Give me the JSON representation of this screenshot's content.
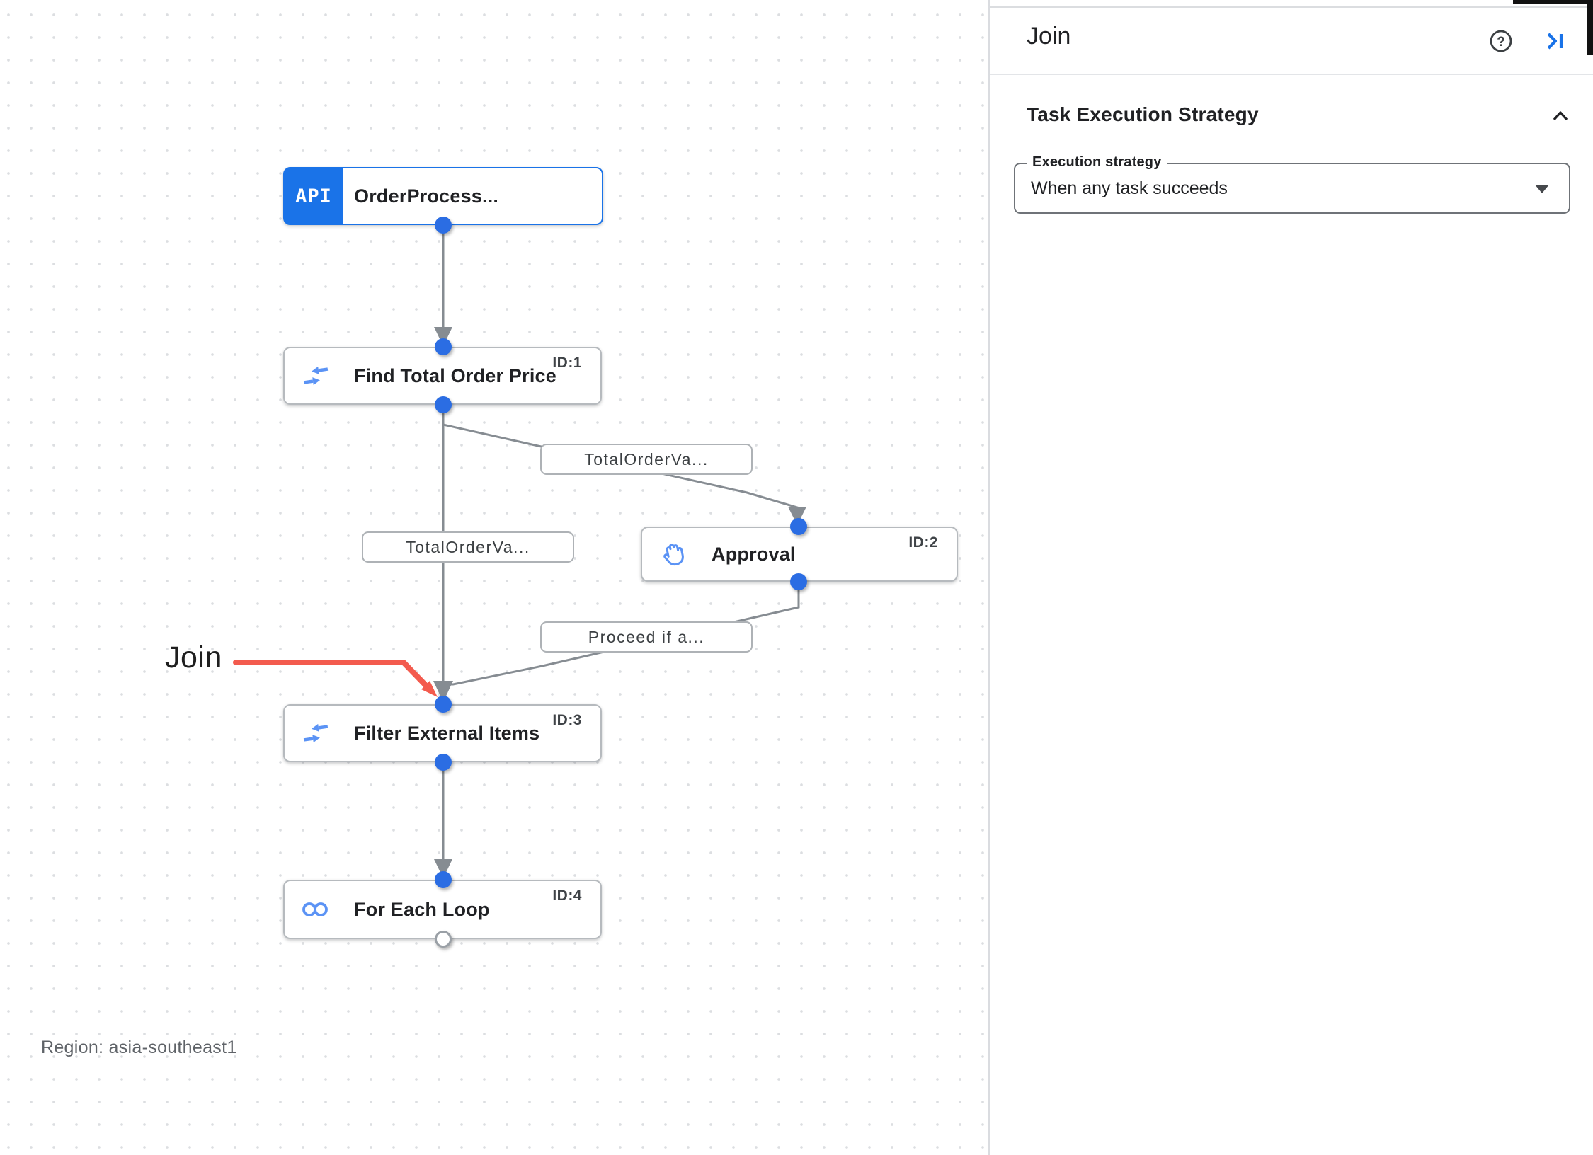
{
  "panel": {
    "title": "Join",
    "section_title": "Task Execution Strategy",
    "field_label": "Execution strategy",
    "field_value": "When any task succeeds"
  },
  "canvas": {
    "nodes": [
      {
        "badge": "API",
        "title": "OrderProcess...",
        "id_label": ""
      },
      {
        "title": "Find Total Order Price",
        "id_label": "ID:1"
      },
      {
        "title": "Approval",
        "id_label": "ID:2"
      },
      {
        "title": "Filter External Items",
        "id_label": "ID:3"
      },
      {
        "title": "For Each Loop",
        "id_label": "ID:4"
      }
    ],
    "edge_labels": [
      "TotalOrderVa...",
      "TotalOrderVa...",
      "Proceed if a..."
    ],
    "annotation_text": "Join",
    "region_label": "Region: asia-southeast1"
  },
  "colors": {
    "accent_blue": "#1a73e8",
    "icon_blue": "#5b93f5",
    "connector_blue": "#2b6de3",
    "edge_gray": "#868c92",
    "annotation_red": "#f35b4e",
    "node_border_gray": "#b6babe"
  }
}
